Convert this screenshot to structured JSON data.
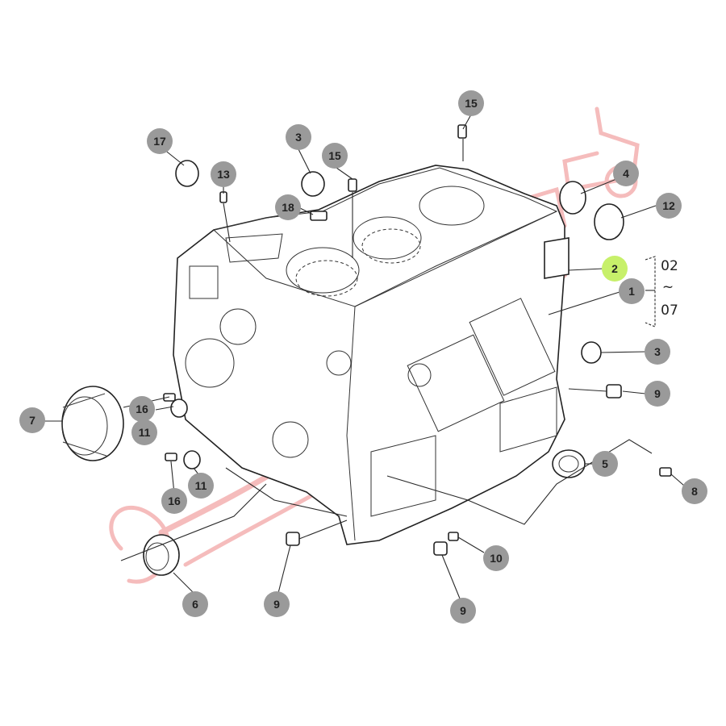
{
  "colors": {
    "badge_fill": "#9a9a9a",
    "badge_text": "#222222",
    "highlight_fill": "#c7f06a",
    "watermark": "#f2a6a6",
    "line": "#2a2a2a"
  },
  "labels": [
    {
      "id": "c15a",
      "text": "15",
      "highlight": false
    },
    {
      "id": "c17",
      "text": "17",
      "highlight": false
    },
    {
      "id": "c3a",
      "text": "3",
      "highlight": false
    },
    {
      "id": "c15b",
      "text": "15",
      "highlight": false
    },
    {
      "id": "c13",
      "text": "13",
      "highlight": false
    },
    {
      "id": "c18",
      "text": "18",
      "highlight": false
    },
    {
      "id": "c4",
      "text": "4",
      "highlight": false
    },
    {
      "id": "c12",
      "text": "12",
      "highlight": false
    },
    {
      "id": "c2",
      "text": "2",
      "highlight": true
    },
    {
      "id": "c1",
      "text": "1",
      "highlight": false
    },
    {
      "id": "c3b",
      "text": "3",
      "highlight": false
    },
    {
      "id": "c9a",
      "text": "9",
      "highlight": false
    },
    {
      "id": "c7",
      "text": "7",
      "highlight": false
    },
    {
      "id": "c16a",
      "text": "16",
      "highlight": false
    },
    {
      "id": "c11a",
      "text": "11",
      "highlight": false
    },
    {
      "id": "c5",
      "text": "5",
      "highlight": false
    },
    {
      "id": "c8",
      "text": "8",
      "highlight": false
    },
    {
      "id": "c16b",
      "text": "16",
      "highlight": false
    },
    {
      "id": "c11b",
      "text": "11",
      "highlight": false
    },
    {
      "id": "c10",
      "text": "10",
      "highlight": false
    },
    {
      "id": "c6",
      "text": "6",
      "highlight": false
    },
    {
      "id": "c9b",
      "text": "9",
      "highlight": false
    },
    {
      "id": "c9c",
      "text": "9",
      "highlight": false
    }
  ],
  "variant_range": {
    "from": "02",
    "separator": "~",
    "to": "07"
  },
  "watermark": {
    "icon": "tractor-watermark-icon"
  }
}
